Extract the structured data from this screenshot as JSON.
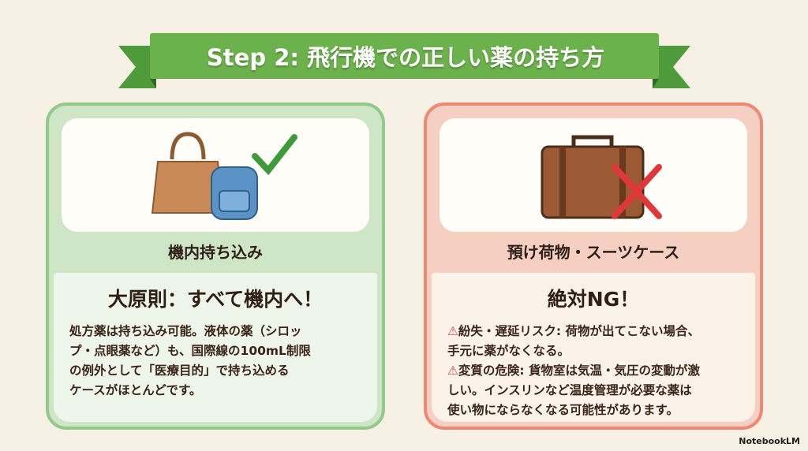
{
  "title": "Step 2: 飛行機での正しい薬の持ち方",
  "left": {
    "label": "機内持ち込み",
    "heading": "大原則：すべて機内へ！",
    "lines": [
      "処方薬は持ち込み可能。液体の薬（シロッ",
      "プ・点眼薬など）も、国際線の100mL制限",
      "の例外として「医療目的」で持ち込める",
      "ケースがほとんどです。"
    ]
  },
  "right": {
    "label": "預け荷物・スーツケース",
    "heading": "絶対NG！",
    "lines": [
      "紛失・遅延リスク: 荷物が出てこない場合、",
      "手元に薬がなくなる。",
      "変質の危険: 貨物室は気温・気圧の変動が激",
      "しい。インスリンなど温度管理が必要な薬は",
      "使い物にならなくなる可能性があります。"
    ],
    "warn_icon": "⚠"
  },
  "brand": "NotebookLM"
}
